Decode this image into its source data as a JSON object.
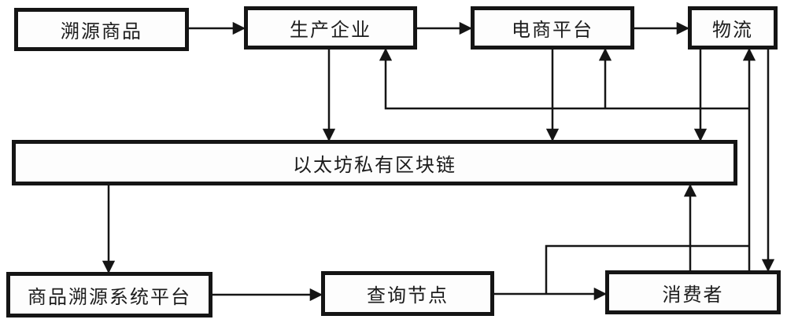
{
  "diagram": {
    "background_color": "#ffffff",
    "line_color": "#151515",
    "nodes": {
      "traceable_goods": {
        "label": "溯源商品"
      },
      "producer": {
        "label": "生产企业"
      },
      "ecommerce_platform": {
        "label": "电商平台"
      },
      "logistics": {
        "label": "物流"
      },
      "blockchain": {
        "label": "以太坊私有区块链"
      },
      "trace_platform": {
        "label": "商品溯源系统平台"
      },
      "query_node": {
        "label": "查询节点"
      },
      "consumer": {
        "label": "消费者"
      }
    },
    "edges": [
      {
        "from": "traceable_goods",
        "to": "producer"
      },
      {
        "from": "producer",
        "to": "ecommerce_platform"
      },
      {
        "from": "ecommerce_platform",
        "to": "logistics"
      },
      {
        "from": "producer",
        "to": "blockchain"
      },
      {
        "from": "ecommerce_platform",
        "to": "blockchain"
      },
      {
        "from": "logistics",
        "to": "blockchain"
      },
      {
        "from": "consumer_feedback_line",
        "to": "producer"
      },
      {
        "from": "consumer_feedback_line",
        "to": "ecommerce_platform"
      },
      {
        "from": "consumer_feedback_line",
        "to": "logistics"
      },
      {
        "from": "logistics",
        "to": "consumer"
      },
      {
        "from": "consumer",
        "to": "blockchain"
      },
      {
        "from": "blockchain",
        "to": "trace_platform"
      },
      {
        "from": "trace_platform",
        "to": "query_node"
      },
      {
        "from": "query_node",
        "to": "consumer"
      }
    ]
  }
}
